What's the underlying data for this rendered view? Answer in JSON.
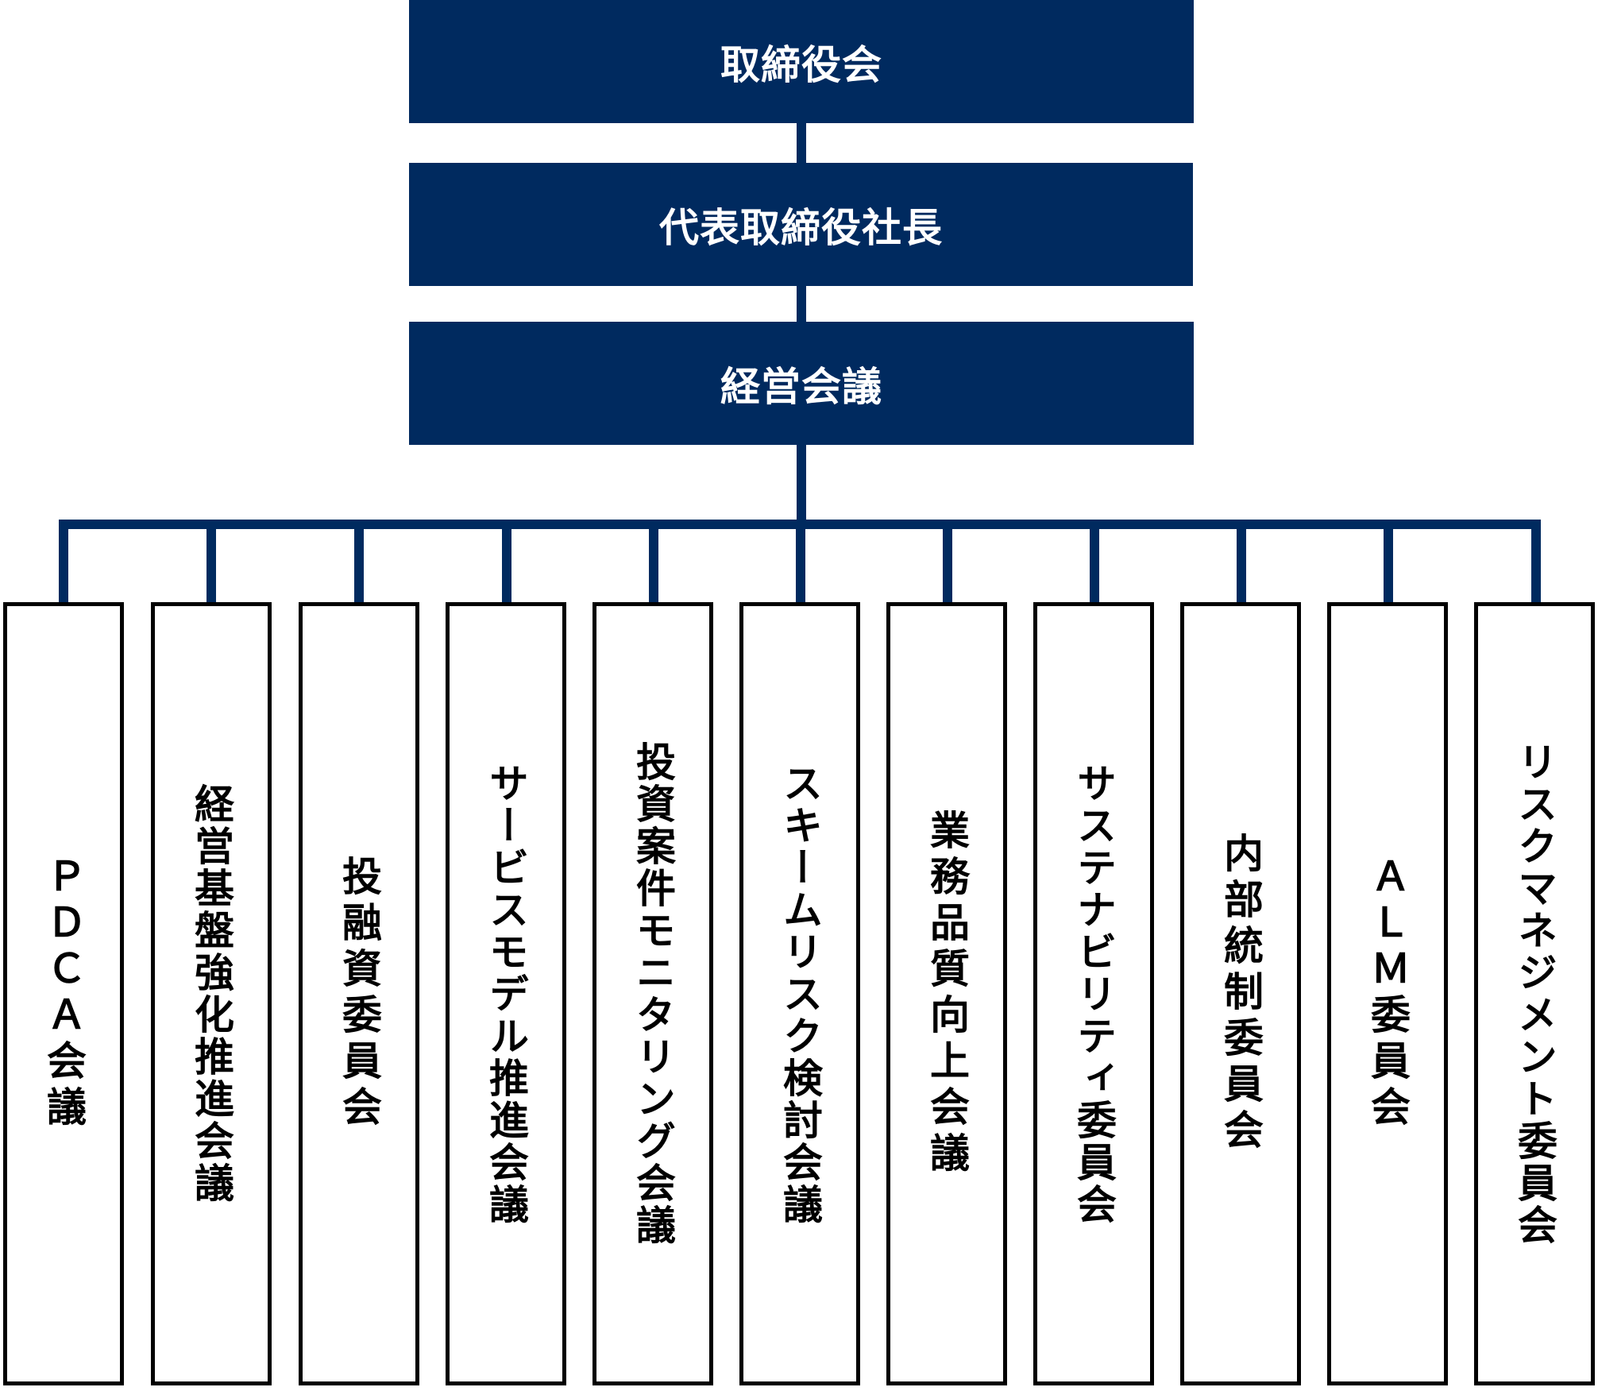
{
  "colors": {
    "navy": "#002a5f",
    "border": "#000000",
    "text_light": "#ffffff"
  },
  "top": {
    "board": "取締役会",
    "president": "代表取締役社長",
    "management_meeting": "経営会議"
  },
  "committees": [
    "ＰＤＣＡ会議",
    "経営基盤強化推進会議",
    "投融資委員会",
    "サービスモデル推進会議",
    "投資案件モニタリング会議",
    "スキームリスク検討会議",
    "業務品質向上会議",
    "サステナビリティ委員会",
    "内部統制委員会",
    "ＡＬＭ委員会",
    "リスクマネジメント委員会"
  ]
}
